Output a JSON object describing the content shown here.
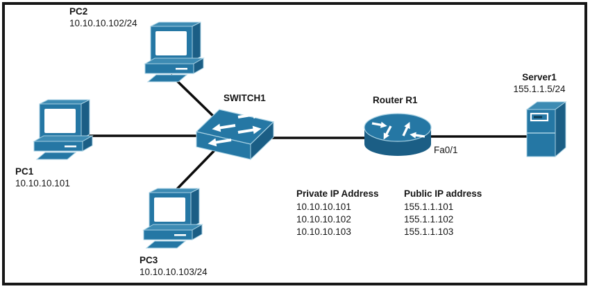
{
  "diagram_type": "network-topology",
  "devices": {
    "pc1": {
      "name": "PC1",
      "ip": "10.10.10.101",
      "icon": "desktop-pc-icon"
    },
    "pc2": {
      "name": "PC2",
      "ip": "10.10.10.102/24",
      "icon": "desktop-pc-icon"
    },
    "pc3": {
      "name": "PC3",
      "ip": "10.10.10.103/24",
      "icon": "desktop-pc-icon"
    },
    "switch1": {
      "name": "SWITCH1",
      "icon": "switch-icon"
    },
    "router1": {
      "name": "Router R1",
      "interface": "Fa0/1",
      "icon": "router-icon"
    },
    "server1": {
      "name": "Server1",
      "ip": "155.1.1.5/24",
      "icon": "server-icon"
    }
  },
  "links": [
    "PC1-SWITCH1",
    "PC2-SWITCH1",
    "PC3-SWITCH1",
    "SWITCH1-RouterR1",
    "RouterR1-Server1"
  ],
  "nat_table": {
    "columns": [
      "Private IP Address",
      "Public IP address"
    ],
    "rows": [
      [
        "10.10.10.101",
        "155.1.1.101"
      ],
      [
        "10.10.10.102",
        "155.1.1.102"
      ],
      [
        "10.10.10.103",
        "155.1.1.103"
      ]
    ]
  },
  "colors": {
    "device_blue": "#2577A4",
    "device_dark": "#1B5E85",
    "device_top": "#3D8BB3",
    "edge_light": "#A9D2E4",
    "line_black": "#0c0c0c"
  }
}
